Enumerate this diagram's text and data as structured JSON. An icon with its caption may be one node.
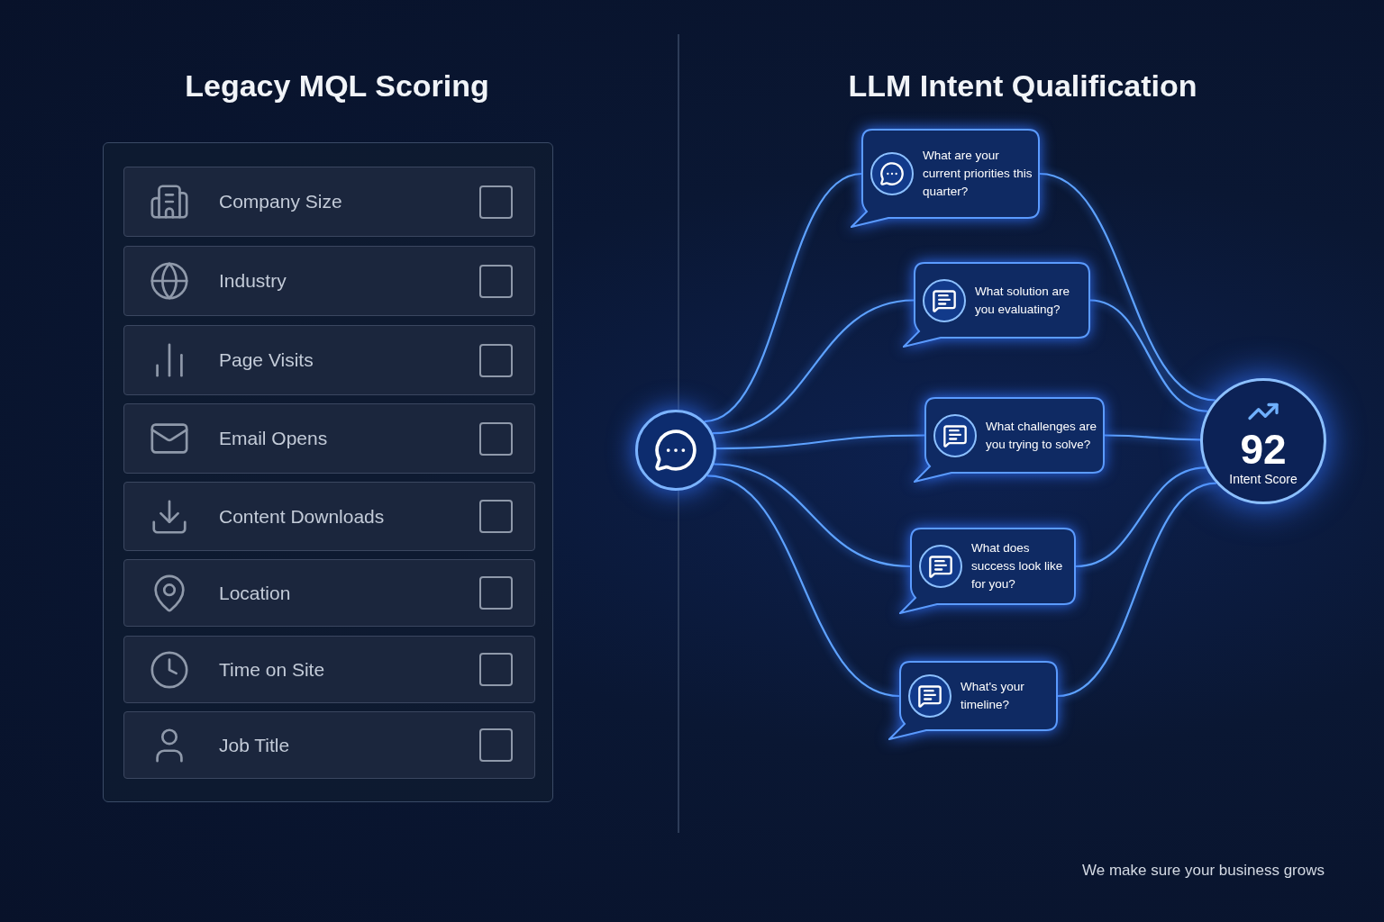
{
  "diagram": {
    "nodes": [
      {
        "text": [],
        "shape": "box"
      },
      {
        "text": [
          "Company Size"
        ],
        "in": 0
      },
      {
        "text": [
          "Industry"
        ],
        "in": 0
      },
      {
        "text": [
          "Page Visits"
        ],
        "in": 0
      },
      {
        "text": [
          "Email Opens"
        ],
        "in": 0
      },
      {
        "text": [
          "Content Downloads"
        ],
        "in": 0
      },
      {
        "text": [
          "Location"
        ],
        "in": 0
      },
      {
        "text": [
          "Time on Site"
        ],
        "in": 0
      },
      {
        "text": [
          "Job Title"
        ],
        "in": 0
      },
      {
        "text": [],
        "shape": "circle"
      },
      {
        "text": [
          "What are your current priorities this quarter?"
        ]
      },
      {
        "text": [
          "What solution are you evaluating?"
        ]
      },
      {
        "text": [
          "What challenges are you trying to solve?"
        ]
      },
      {
        "text": [
          "What does success look like for you?"
        ]
      },
      {
        "text": [
          "What's your timeline?"
        ]
      },
      {
        "text": [
          "92",
          "Intent Score"
        ]
      }
    ],
    "edges": [
      {
        "from": 9,
        "to": 10,
        "arrow": "none"
      },
      {
        "from": 9,
        "to": 11,
        "arrow": "none"
      },
      {
        "from": 9,
        "to": 12,
        "arrow": "none"
      },
      {
        "from": 9,
        "to": 13,
        "arrow": "none"
      },
      {
        "from": 9,
        "to": 14,
        "arrow": "none"
      },
      {
        "from": 10,
        "to": 15,
        "arrow": "none"
      },
      {
        "from": 11,
        "to": 15,
        "arrow": "none"
      },
      {
        "from": 12,
        "to": 15,
        "arrow": "none"
      },
      {
        "from": 13,
        "to": 15,
        "arrow": "none"
      },
      {
        "from": 14,
        "to": 15,
        "arrow": "none"
      }
    ],
    "labels": [
      "Legacy MQL Scoring",
      "LLM Intent Qualification",
      "We make sure your business grows"
    ]
  }
}
